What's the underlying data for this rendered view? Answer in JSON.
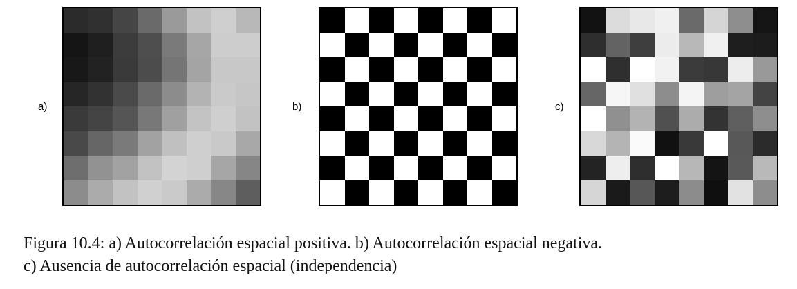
{
  "panels": [
    {
      "label": "a)",
      "cells": [
        [
          "#2b2b2b",
          "#303030",
          "#454545",
          "#6a6a6a",
          "#9a9a9a",
          "#c2c2c2",
          "#cfcfcf",
          "#b8b8b8"
        ],
        [
          "#151515",
          "#1f1f1f",
          "#3c3c3c",
          "#4e4e4e",
          "#7a7a7a",
          "#a6a6a6",
          "#cdcdcd",
          "#cdcdcd"
        ],
        [
          "#181818",
          "#222222",
          "#3a3a3a",
          "#4c4c4c",
          "#757575",
          "#a4a4a4",
          "#c8c8c8",
          "#c8c8c8"
        ],
        [
          "#262626",
          "#323232",
          "#4a4a4a",
          "#6a6a6a",
          "#8c8c8c",
          "#b3b3b3",
          "#cacaca",
          "#c6c6c6"
        ],
        [
          "#3a3a3a",
          "#444444",
          "#555555",
          "#787878",
          "#a0a0a0",
          "#c3c3c3",
          "#cfcfcf",
          "#c2c2c2"
        ],
        [
          "#494949",
          "#666666",
          "#7a7a7a",
          "#a2a2a2",
          "#c0c0c0",
          "#cfcfcf",
          "#c9c9c9",
          "#a8a8a8"
        ],
        [
          "#6e6e6e",
          "#929292",
          "#a2a2a2",
          "#c2c2c2",
          "#d3d3d3",
          "#cfcfcf",
          "#a6a6a6",
          "#868686"
        ],
        [
          "#8c8c8c",
          "#ababab",
          "#c2c2c2",
          "#d0d0d0",
          "#cacaca",
          "#ababab",
          "#878787",
          "#5e5e5e"
        ]
      ]
    },
    {
      "label": "b)",
      "cells": [
        [
          "#000000",
          "#ffffff",
          "#000000",
          "#ffffff",
          "#000000",
          "#ffffff",
          "#000000",
          "#ffffff"
        ],
        [
          "#ffffff",
          "#000000",
          "#ffffff",
          "#000000",
          "#ffffff",
          "#000000",
          "#ffffff",
          "#000000"
        ],
        [
          "#000000",
          "#ffffff",
          "#000000",
          "#ffffff",
          "#000000",
          "#ffffff",
          "#000000",
          "#ffffff"
        ],
        [
          "#ffffff",
          "#000000",
          "#ffffff",
          "#000000",
          "#ffffff",
          "#000000",
          "#ffffff",
          "#000000"
        ],
        [
          "#000000",
          "#ffffff",
          "#000000",
          "#ffffff",
          "#000000",
          "#ffffff",
          "#000000",
          "#ffffff"
        ],
        [
          "#ffffff",
          "#000000",
          "#ffffff",
          "#000000",
          "#ffffff",
          "#000000",
          "#ffffff",
          "#000000"
        ],
        [
          "#000000",
          "#ffffff",
          "#000000",
          "#ffffff",
          "#000000",
          "#ffffff",
          "#000000",
          "#ffffff"
        ],
        [
          "#ffffff",
          "#000000",
          "#ffffff",
          "#000000",
          "#ffffff",
          "#000000",
          "#ffffff",
          "#000000"
        ]
      ]
    },
    {
      "label": "c)",
      "cells": [
        [
          "#121212",
          "#dcdcdc",
          "#e8e8e8",
          "#f0f0f0",
          "#6a6a6a",
          "#d5d5d5",
          "#8e8e8e",
          "#151515"
        ],
        [
          "#2e2e2e",
          "#636363",
          "#3e3e3e",
          "#ececec",
          "#b8b8b8",
          "#f0f0f0",
          "#1e1e1e",
          "#1c1c1c"
        ],
        [
          "#ffffff",
          "#2f2f2f",
          "#ffffff",
          "#f2f2f2",
          "#3b3b3b",
          "#373737",
          "#ededed",
          "#999999"
        ],
        [
          "#666666",
          "#f6f6f6",
          "#e0e0e0",
          "#8d8d8d",
          "#f4f4f4",
          "#9e9e9e",
          "#a4a4a4",
          "#434343"
        ],
        [
          "#ffffff",
          "#909090",
          "#b3b3b3",
          "#505050",
          "#acacac",
          "#333333",
          "#5f5f5f",
          "#8e8e8e"
        ],
        [
          "#d8d8d8",
          "#b4b4b4",
          "#fafafa",
          "#111111",
          "#393939",
          "#ffffff",
          "#585858",
          "#2b2b2b"
        ],
        [
          "#232323",
          "#eeeeee",
          "#2e2e2e",
          "#ffffff",
          "#b7b7b7",
          "#141414",
          "#595959",
          "#b9b9b9"
        ],
        [
          "#d6d6d6",
          "#1a1a1a",
          "#575757",
          "#1d1d1d",
          "#8c8c8c",
          "#0f0f0f",
          "#e2e2e2",
          "#8d8d8d"
        ]
      ]
    }
  ],
  "caption": {
    "line1": "Figura 10.4: a) Autocorrelación espacial positiva. b) Autocorrelación espacial negativa.",
    "line2": "c) Ausencia de autocorrelación espacial (independencia)"
  }
}
